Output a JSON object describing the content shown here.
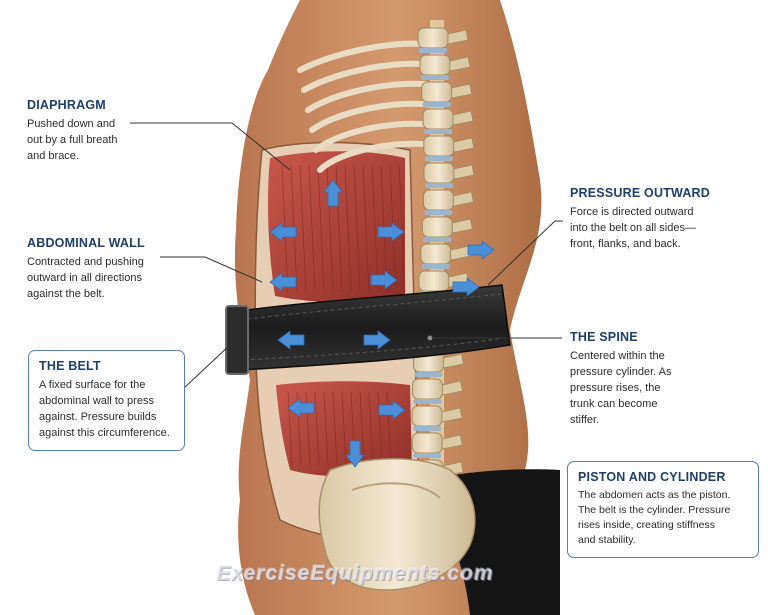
{
  "labels": {
    "diaphragm": {
      "title": "DIAPHRAGM",
      "lines": [
        "Pushed down and",
        "out by a full breath",
        "and brace."
      ]
    },
    "abdominal_wall": {
      "title": "ABDOMINAL WALL",
      "lines": [
        "Contracted and pushing",
        "outward in all directions",
        "against the belt."
      ]
    },
    "belt": {
      "title": "THE BELT",
      "lines": [
        "A fixed surface for the",
        "abdominal wall to press",
        "against. Pressure builds",
        "against this circumference."
      ]
    },
    "pressure_outward": {
      "title": "PRESSURE OUTWARD",
      "lines": [
        "Force is directed outward",
        "into the belt on all sides—",
        "front, flanks, and back."
      ]
    },
    "spine": {
      "title": "THE SPINE",
      "lines": [
        "Centered within the",
        "pressure cylinder. As",
        "pressure rises, the",
        "trunk can become",
        "stiffer."
      ]
    },
    "piston": {
      "title": "PISTON AND CYLINDER",
      "lines": [
        "The abdomen acts as the piston.",
        "The belt is the cylinder. Pressure",
        "rises inside, creating stiffness",
        "and stability."
      ]
    }
  },
  "watermark": "ExerciseEquipments.com",
  "colors": {
    "arrow": "#4b8fd9",
    "muscle": "#b8463c",
    "bone": "#e9dcc0",
    "skin": "#c98a62",
    "belt": "#262626",
    "label_title": "#1f3f6b"
  }
}
